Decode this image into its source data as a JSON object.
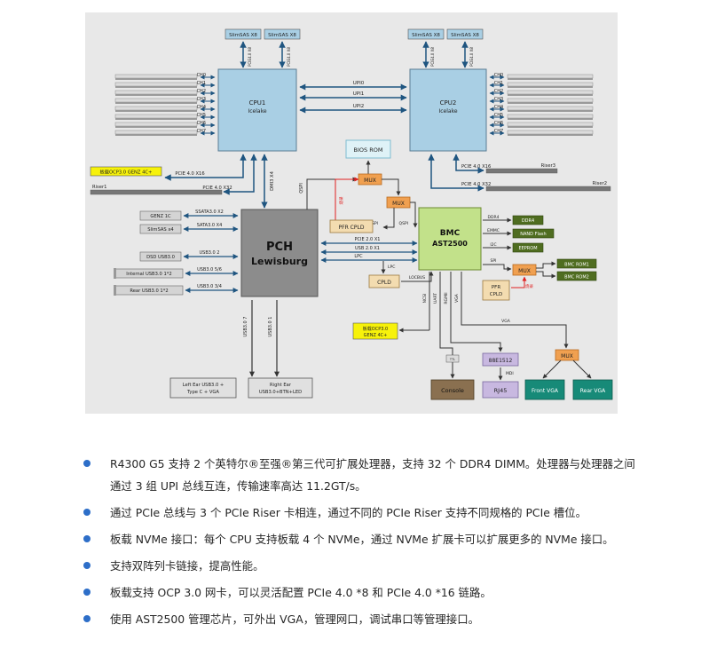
{
  "diagram": {
    "cpu1": {
      "line1": "CPU1",
      "line2": "Icelake"
    },
    "cpu2": {
      "line1": "CPU2",
      "line2": "Icelake"
    },
    "slimsas": "SlimSAS X8",
    "pcie_x8": "PCIE4.0 X8",
    "channels": [
      "CH0",
      "CH1",
      "CH2",
      "CH3",
      "CH4",
      "CH5",
      "CH6",
      "CH7"
    ],
    "upi": [
      "UPI0",
      "UPI1",
      "UPI2"
    ],
    "pch": {
      "line1": "PCH",
      "line2": "Lewisburg"
    },
    "bmc": {
      "line1": "BMC",
      "line2": "AST2500"
    },
    "bios_rom": "BIOS ROM",
    "mux": "MUX",
    "pfr_cpld": "PFR CPLD",
    "pfr_cpld2": {
      "line1": "PFR",
      "line2": "CPLD"
    },
    "cpld": "CPLD",
    "qspi": "QSPI",
    "spi": "SPI",
    "spi_red": "烧录",
    "dmi": "DMI3 X4",
    "ocp_label": "板载OCP3.0 GENZ 4C+",
    "ocp2": {
      "line1": "板载OCP3.0",
      "line2": "GENZ 4C+"
    },
    "pcie_x16": "PCIE 4.0 X16",
    "pcie_x32": "PCIE 4.0 X32",
    "riser1": "Riser1",
    "riser2": "Riser2",
    "riser3": "Riser3",
    "left_devices": [
      "GENZ 1C",
      "SlimSAS x4",
      "DSD USB3.0",
      "Internal USB3.0 1*2",
      "Rear USB3.0 1*2"
    ],
    "left_links": [
      "SSATA3.0 X2",
      "SATA3.0 X4",
      "USB3.0 2",
      "USB3.0 5/6",
      "USB3.0 3/4"
    ],
    "pch_bmc_links": [
      "PCIE 2.0 X1",
      "USB 2.0 X1",
      "LPC"
    ],
    "lpc": "LPC",
    "locbus": "LOCBUS",
    "ncsi": "NCSI",
    "uart": "UART",
    "rgmii": "RGMII",
    "vga": "VGA",
    "usb3_7": "USB3.0 7",
    "usb3_1": "USB3.0 1",
    "left_ear": {
      "line1": "Left Ear USB3.0 +",
      "line2": "Type C + VGA"
    },
    "right_ear": {
      "line1": "Right Ear",
      "line2": "USB3.0+BTN+LED"
    },
    "bmc_right_links": [
      "DDR4",
      "EMMC",
      "I2C"
    ],
    "bmc_right_devices": [
      "DDR4",
      "NAND Flash",
      "EEPROM"
    ],
    "bmc_rom": [
      "BMC ROM1",
      "BMC ROM2"
    ],
    "phy": "88E1512",
    "mdi": "MDI",
    "rj45": "RJ45",
    "console": "Console",
    "front_vga": "Front VGA",
    "rear_vga": "Rear VGA",
    "small_box": "TTL"
  },
  "bullets": [
    "R4300 G5 支持 2 个英特尔®至强®第三代可扩展处理器，支持 32 个 DDR4 DIMM。处理器与处理器之间通过 3 组 UPI 总线互连，传输速率高达 11.2GT/s。",
    "通过 PCIe 总线与 3 个 PCIe Riser 卡相连，通过不同的 PCIe Riser 支持不同规格的 PCIe 槽位。",
    "板载 NVMe 接口：每个 CPU 支持板载 4 个 NVMe，通过 NVMe 扩展卡可以扩展更多的 NVMe 接口。",
    "支持双阵列卡链接，提高性能。",
    "板载支持 OCP 3.0 网卡，可以灵活配置 PCIe 4.0 *8 和 PCIe 4.0 *16 链路。",
    "使用 AST2500 管理芯片，可外出 VGA，管理网口，调试串口等管理接口。"
  ],
  "colors": {
    "diagram_bg": "#e8e8e8",
    "cpu": "#a9cfe4",
    "pch": "#8c8c8c",
    "bmc": "#c2e18a",
    "mux": "#f0a050",
    "cpld": "#f3dcb0",
    "dark_green": "#4f6d20",
    "teal": "#178a78",
    "purple": "#c8b8e0",
    "console": "#8a7050",
    "ocp_yellow": "#f7f20a",
    "arrow_blue": "#1f5580",
    "bullet_blue": "#2d6ec8",
    "red": "#e02020"
  }
}
